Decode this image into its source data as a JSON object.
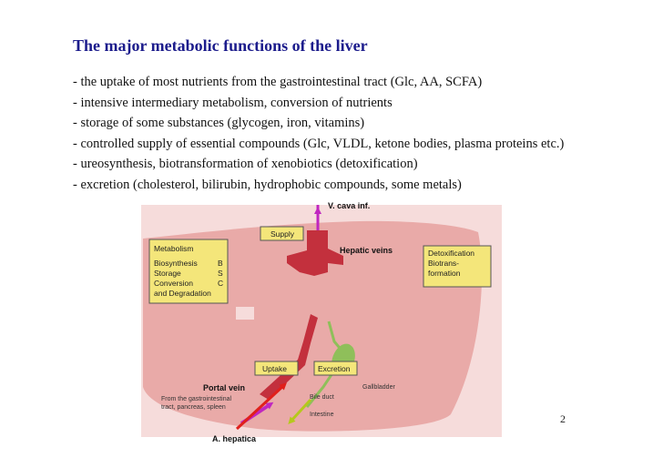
{
  "slide": {
    "title": "The major metabolic functions of the liver",
    "bullets": [
      "- the uptake of most nutrients from the gastrointestinal tract (Glc, AA, SCFA)",
      "- intensive intermediary metabolism, conversion of nutrients",
      "- storage of some substances (glycogen, iron, vitamins)",
      "- controlled supply of essential compounds (Glc, VLDL, ketone bodies, plasma proteins etc.)",
      "- ureosynthesis, biotransformation of xenobiotics (detoxification)",
      "- excretion (cholesterol, bilirubin, hydrophobic compounds, some metals)"
    ],
    "page_number": "2"
  },
  "diagram": {
    "labels": {
      "v_cava": "V. cava inf.",
      "hepatic_veins": "Hepatic veins",
      "portal_vein": "Portal vein",
      "a_hepatica": "A. hepatica"
    },
    "boxes": {
      "supply": "Supply",
      "metabolism_title": "Metabolism",
      "metabolism_rows": [
        {
          "name": "Biosynthesis",
          "code": "B"
        },
        {
          "name": "Storage",
          "code": "S"
        },
        {
          "name": "Conversion",
          "code": "C"
        },
        {
          "name": "and Degradation",
          "code": ""
        }
      ],
      "detox_lines": [
        "Detoxification",
        "Biotrans-",
        "formation"
      ],
      "uptake": "Uptake",
      "excretion": "Excretion"
    },
    "annotations": {
      "from_gi_line1": "From the gastrointestinal",
      "from_gi_line2": "tract, pancreas, spleen",
      "bile_duct": "Bile duct",
      "gallbladder": "Gallbladder",
      "intestine": "Intestine"
    },
    "colors": {
      "liver": "#e9aaa8",
      "vessel": "#c3303d",
      "box": "#f4e67a",
      "bile": "#8fbf5a",
      "arrow_magenta": "#c026c0",
      "arrow_red": "#e0201c",
      "arrow_yellow_green": "#b6c81c",
      "title": "#1c1c8c"
    }
  }
}
